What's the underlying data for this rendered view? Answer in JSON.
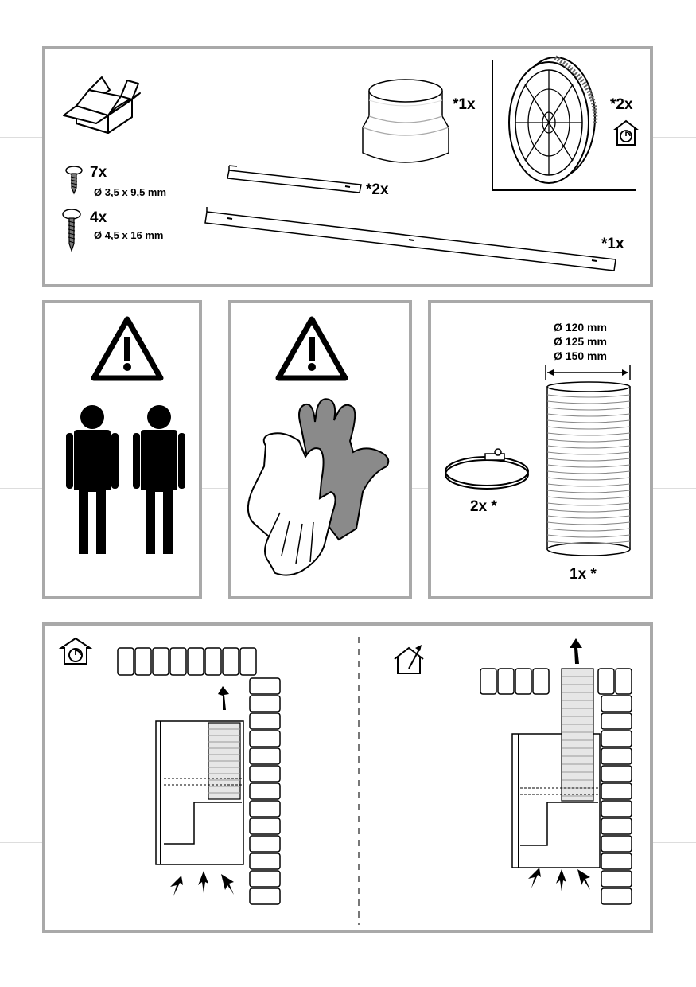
{
  "accessories": {
    "screws_small": {
      "qty": "7x",
      "size": "Ø 3,5 x 9,5 mm"
    },
    "screws_large": {
      "qty": "4x",
      "size": "Ø 4,5 x 16 mm"
    },
    "reducer_qty": "*1x",
    "bracket_qty": "*2x",
    "rail_qty": "*1x",
    "filter_qty": "*2x",
    "icons": [
      "box-icon",
      "screw-icon",
      "recirculation-icon"
    ]
  },
  "safety": {
    "two_people_warning": "warning-icon",
    "gloves_warning": "warning-icon"
  },
  "ducting": {
    "diameters": [
      "Ø 120 mm",
      "Ø 125 mm",
      "Ø 150 mm"
    ],
    "clamp_qty": "2x *",
    "hose_qty": "1x *"
  },
  "installation_modes": [
    "recirculation-icon",
    "extraction-icon"
  ]
}
